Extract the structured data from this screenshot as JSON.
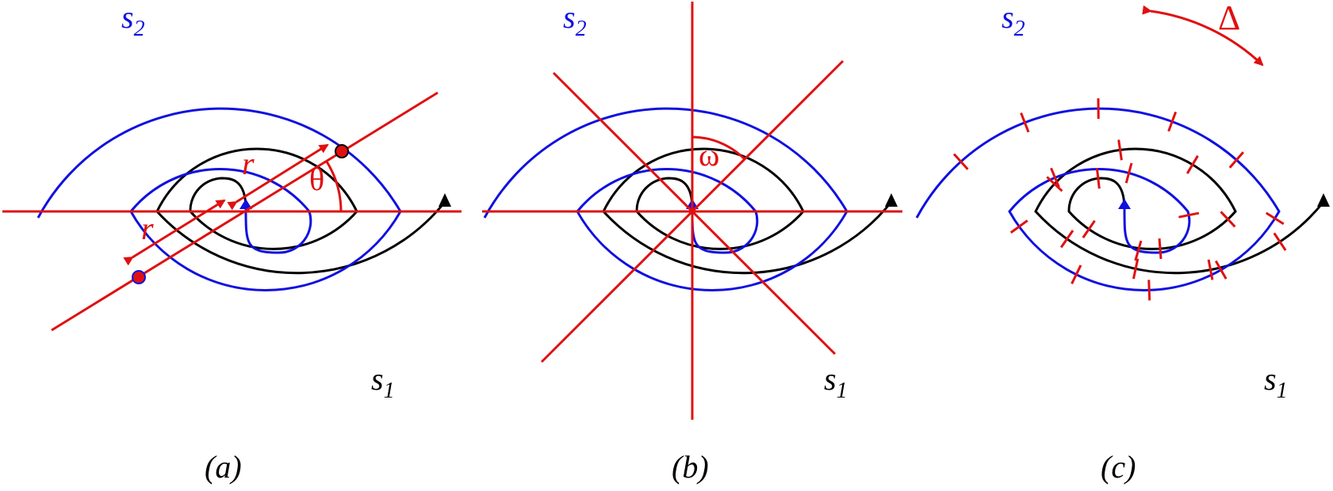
{
  "colors": {
    "s1": "#000000",
    "s2": "#1010e0",
    "annotation": "#e01010"
  },
  "panels": [
    {
      "id": "a",
      "caption": "(a)",
      "s1_label": "s",
      "s1_sub": "1",
      "s2_label": "s",
      "s2_sub": "2",
      "r_label_upper": "r",
      "r_label_lower": "r",
      "theta_label": "θ"
    },
    {
      "id": "b",
      "caption": "(b)",
      "s1_label": "s",
      "s1_sub": "1",
      "s2_label": "s",
      "s2_sub": "2",
      "omega_label": "ω"
    },
    {
      "id": "c",
      "caption": "(c)",
      "s1_label": "s",
      "s1_sub": "1",
      "s2_label": "s",
      "s2_sub": "2",
      "delta_label": "Δ"
    }
  ]
}
